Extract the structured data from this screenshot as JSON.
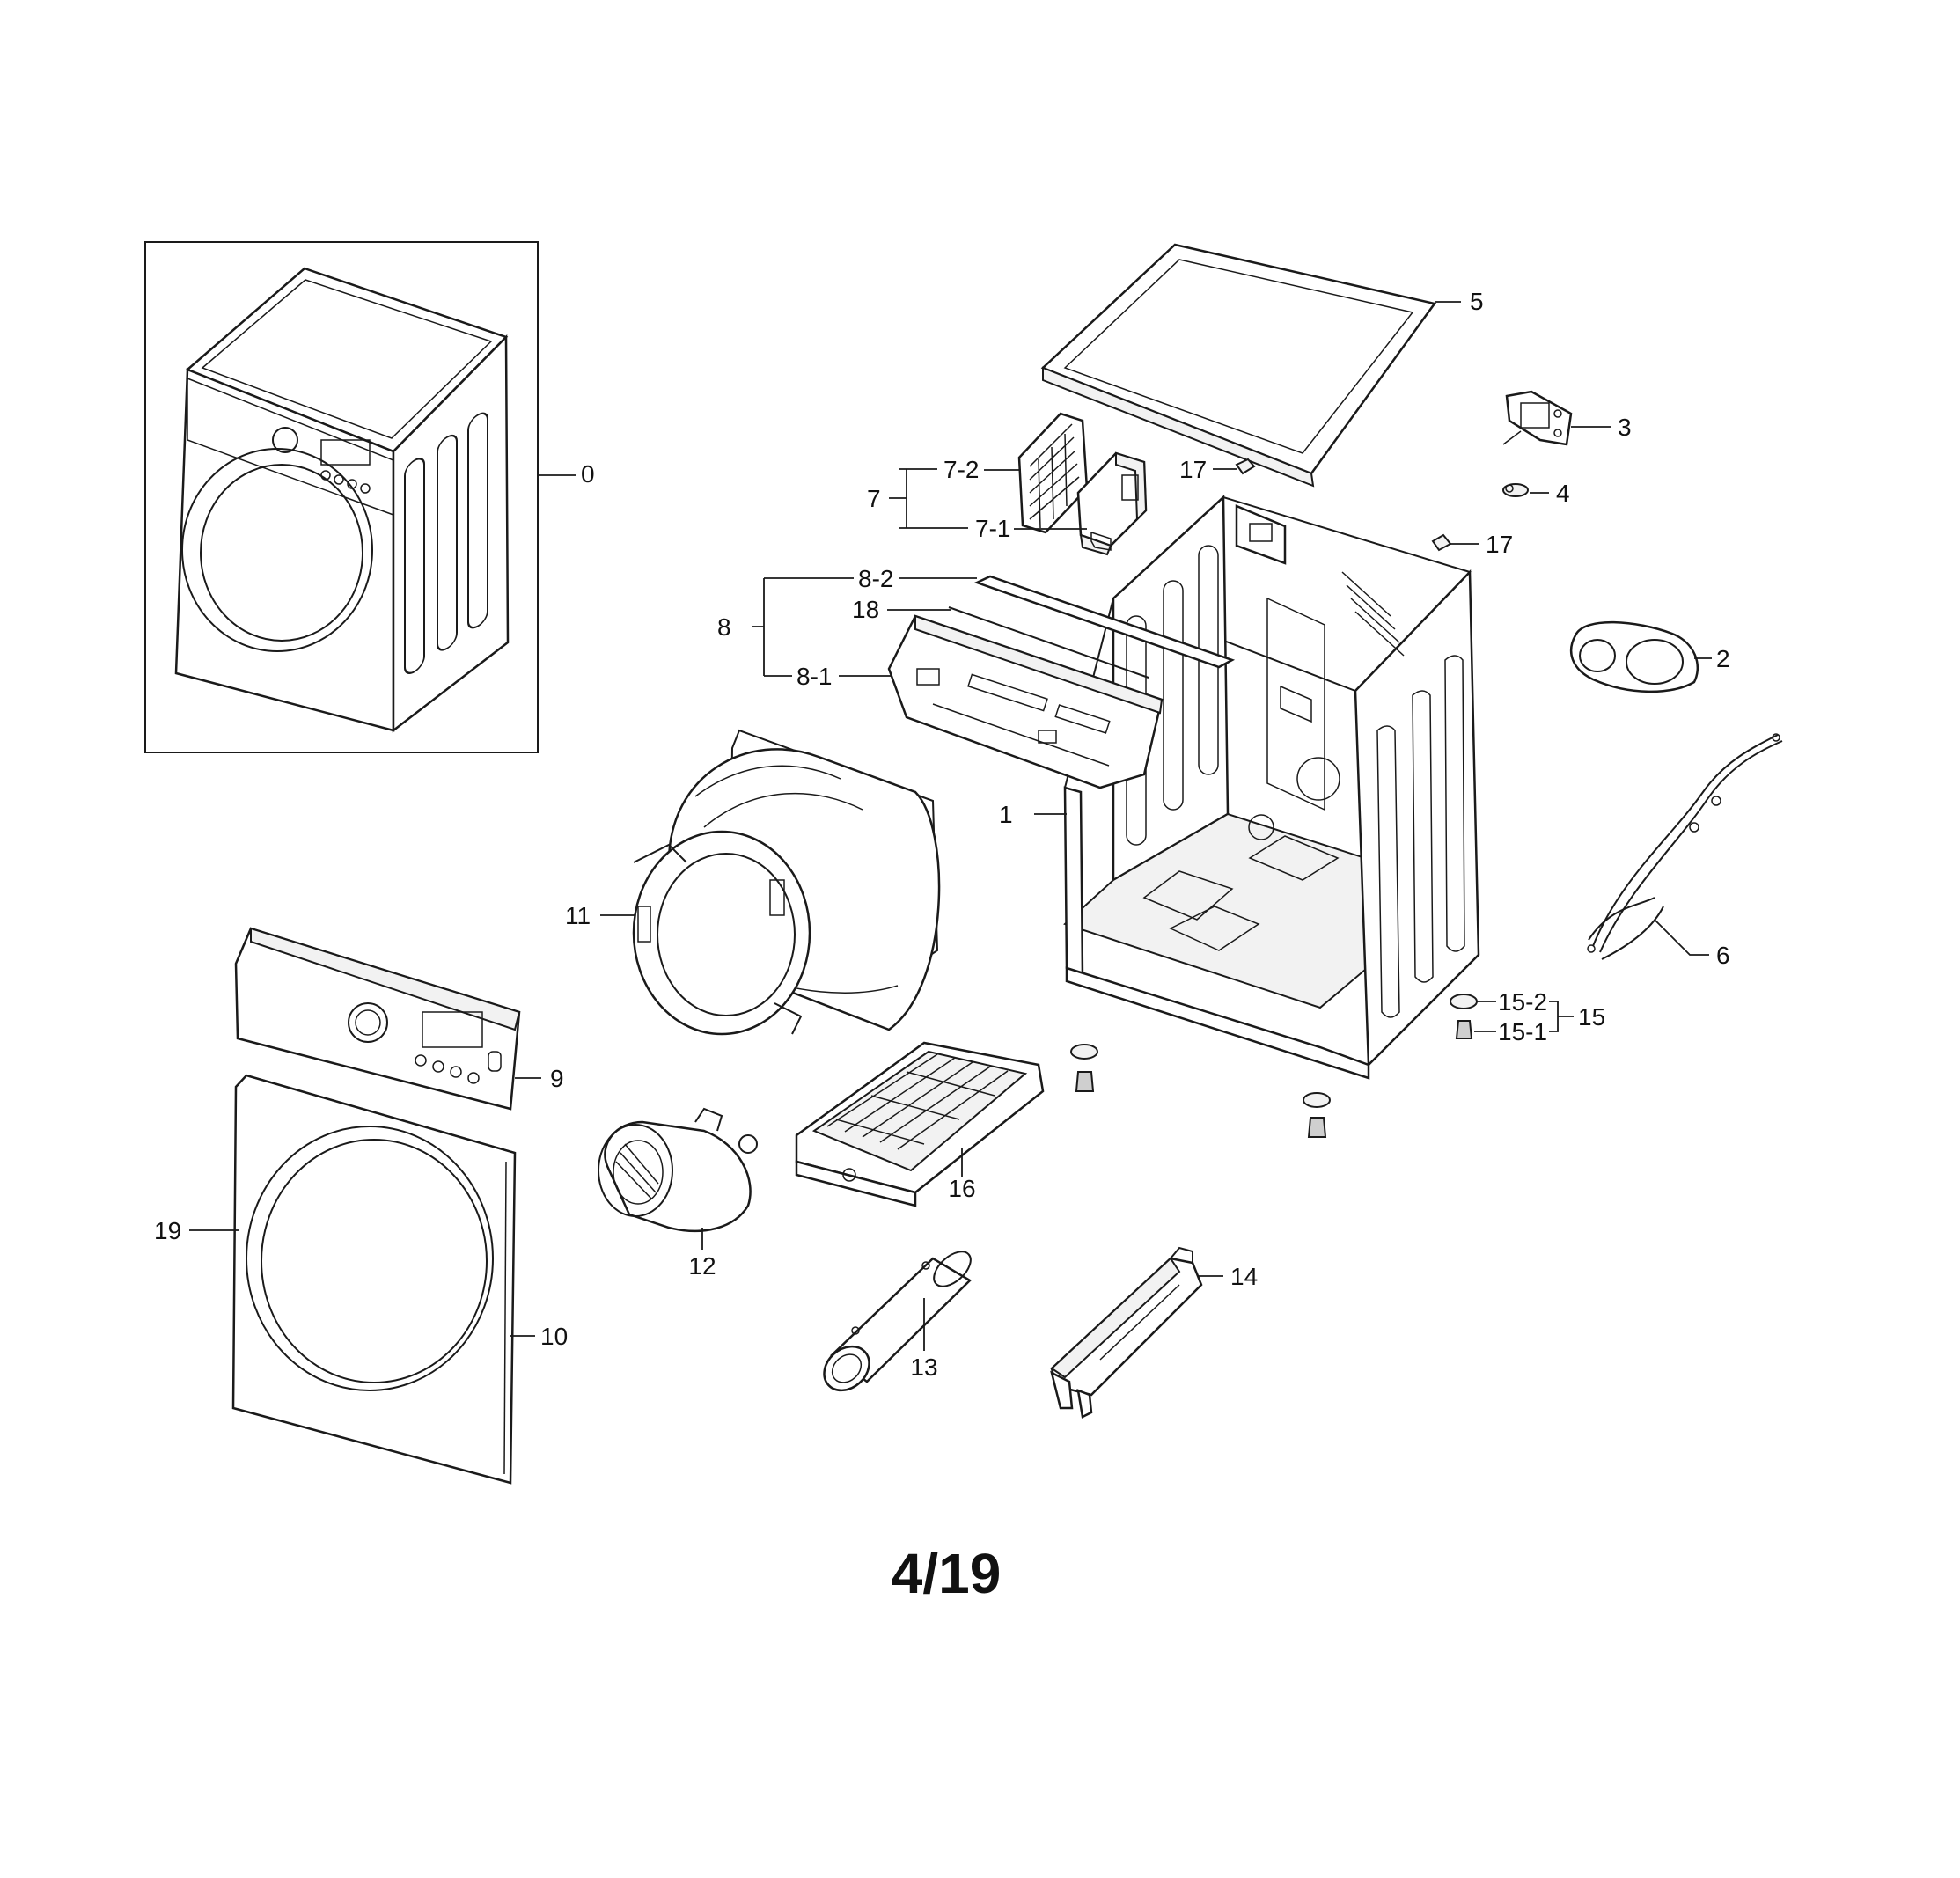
{
  "page_number": "4/19",
  "parts": [
    {
      "id": "0"
    },
    {
      "id": "1"
    },
    {
      "id": "2"
    },
    {
      "id": "3"
    },
    {
      "id": "4"
    },
    {
      "id": "5"
    },
    {
      "id": "6"
    },
    {
      "id": "7"
    },
    {
      "id": "7-1"
    },
    {
      "id": "7-2"
    },
    {
      "id": "8"
    },
    {
      "id": "8-1"
    },
    {
      "id": "8-2"
    },
    {
      "id": "9"
    },
    {
      "id": "10"
    },
    {
      "id": "11"
    },
    {
      "id": "12"
    },
    {
      "id": "13"
    },
    {
      "id": "14"
    },
    {
      "id": "15"
    },
    {
      "id": "15-1"
    },
    {
      "id": "15-2"
    },
    {
      "id": "16"
    },
    {
      "id": "17"
    },
    {
      "id": "18"
    },
    {
      "id": "19"
    }
  ],
  "labels": {
    "p0": "0",
    "p1": "1",
    "p2": "2",
    "p3": "3",
    "p4": "4",
    "p5": "5",
    "p6": "6",
    "p7": "7",
    "p7_1": "7-1",
    "p7_2": "7-2",
    "p8": "8",
    "p8_1": "8-1",
    "p8_2": "8-2",
    "p9": "9",
    "p10": "10",
    "p11": "11",
    "p12": "12",
    "p13": "13",
    "p14": "14",
    "p15": "15",
    "p15_1": "15-1",
    "p15_2": "15-2",
    "p16": "16",
    "p17a": "17",
    "p17b": "17",
    "p18": "18",
    "p19": "19"
  }
}
